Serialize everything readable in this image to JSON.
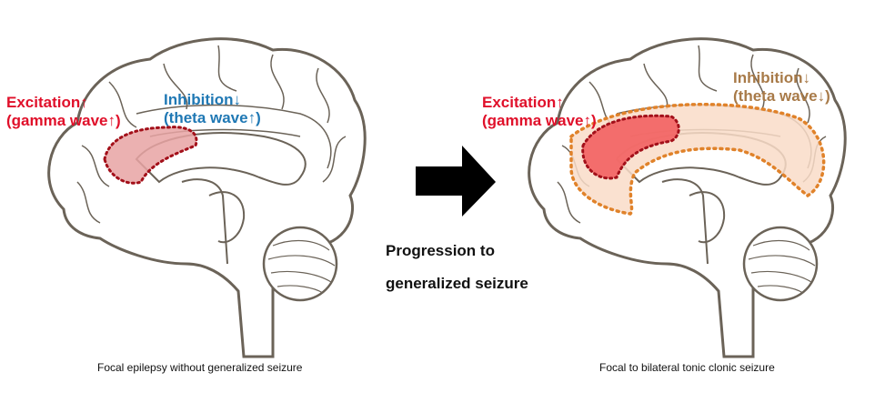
{
  "left_panel": {
    "excitation": "Excitation↑",
    "excitation_sub": "(gamma wave↑)",
    "inhibition": "Inhibition↓",
    "inhibition_sub": "(theta wave↑)",
    "caption": "Focal epilepsy without generalized seizure"
  },
  "right_panel": {
    "excitation": "Excitation↑",
    "excitation_sub": "(gamma wave↑)",
    "inhibition": "Inhibition↓",
    "inhibition_sub": "(theta wave↓)",
    "caption": "Focal to bilateral tonic clonic seizure"
  },
  "arrow": {
    "line1": "Progression to",
    "line2": "generalized seizure"
  },
  "colors": {
    "excitation": "#e0102a",
    "inhibition_left": "#1f78b4",
    "inhibition_right": "#a87a48",
    "outline": "#6b6358",
    "focal_fill": "#e8a3a3",
    "spread_fill": "#f9dcc8"
  }
}
